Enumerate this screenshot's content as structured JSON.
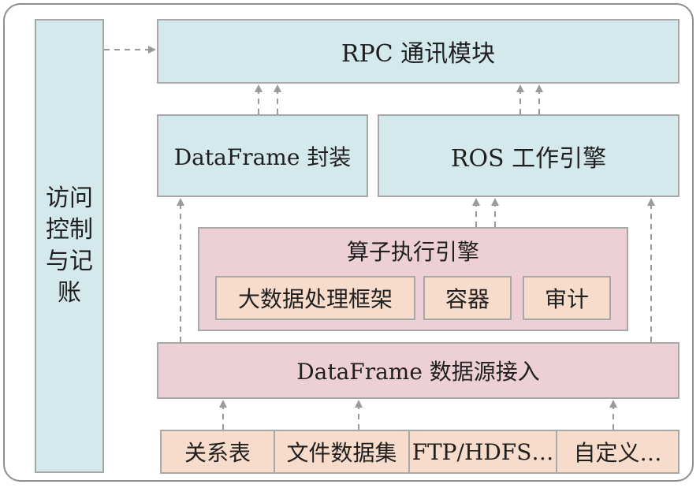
{
  "left_panel": {
    "label": "访问控制与记账"
  },
  "rpc": {
    "label": "RPC 通讯模块"
  },
  "dataframe_wrap": {
    "label": "DataFrame 封装"
  },
  "ros_engine": {
    "label": "ROS 工作引擎"
  },
  "operator_engine": {
    "title": "算子执行引擎",
    "items": [
      "大数据处理框架",
      "容器",
      "审计"
    ]
  },
  "source_access": {
    "label": "DataFrame 数据源接入"
  },
  "sources": [
    "关系表",
    "文件数据集",
    "FTP/HDFS…",
    "自定义…"
  ],
  "colors": {
    "cyan": "#d3e9ec",
    "pink": "#edcfd6",
    "peach": "#f8dccb",
    "border": "#a8a8a8",
    "arrow": "#9a9a9a"
  }
}
